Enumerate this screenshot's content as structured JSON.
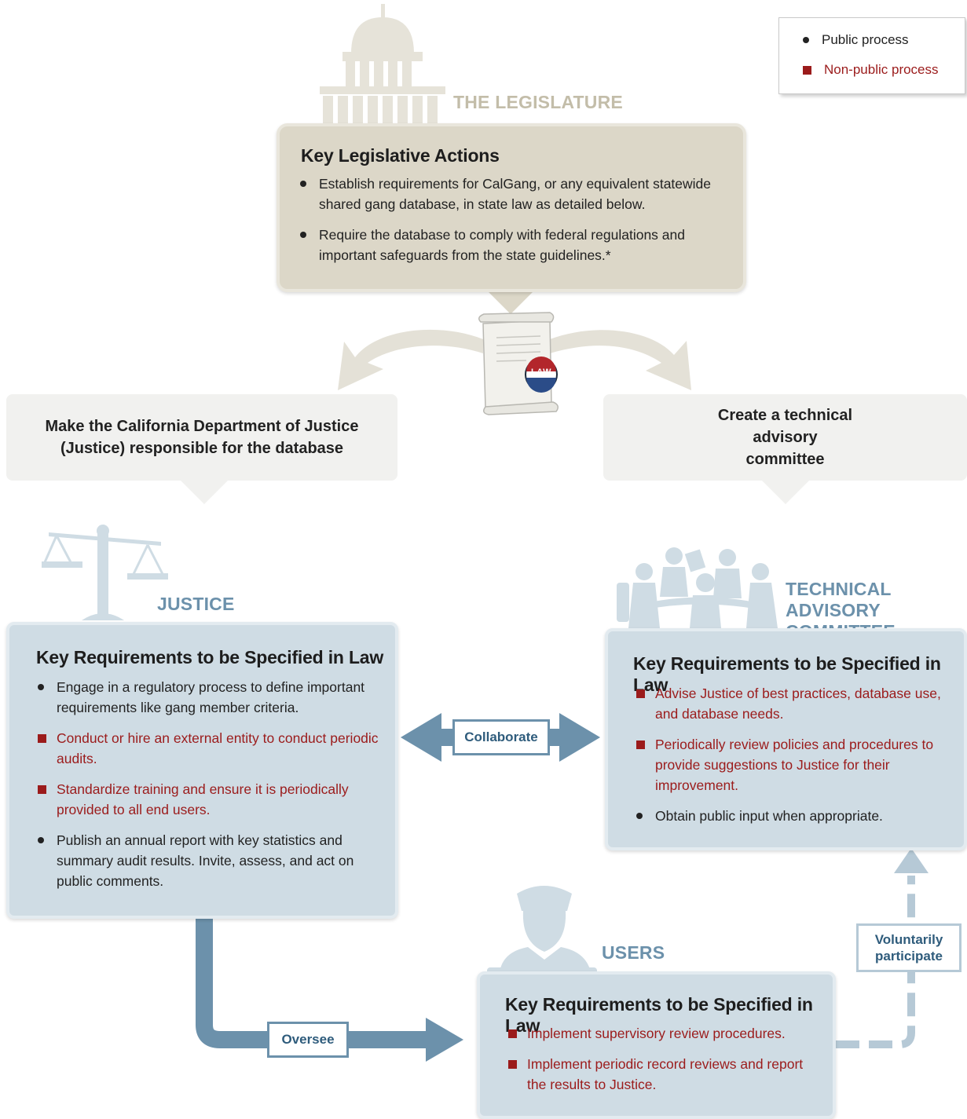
{
  "legend": {
    "public": "Public process",
    "non_public": "Non-public process"
  },
  "colors": {
    "public_marker": "#222222",
    "non_public_marker": "#9b1b1b",
    "legislature_box": "#dcd7c8",
    "blue_box": "#cfdce4",
    "arrow_blue": "#6c91ab",
    "arrow_light_blue": "#b6c9d6"
  },
  "legislature": {
    "title": "THE LEGISLATURE",
    "box_heading": "Key Legislative Actions",
    "items": [
      {
        "text": "Establish requirements for CalGang, or any equivalent statewide shared gang database, in state law as detailed below.",
        "type": "public"
      },
      {
        "text": "Require the database to comply with federal regulations and important safeguards from the state guidelines.*",
        "type": "public"
      }
    ],
    "law_badge": "LAW"
  },
  "branches": {
    "left": "Make the California Department of Justice (Justice) responsible for the database",
    "right": "Create a technical advisory committee"
  },
  "justice": {
    "title": "JUSTICE",
    "box_heading": "Key Requirements to be Specified in Law",
    "items": [
      {
        "text": "Engage in a regulatory process to define important requirements like gang member criteria.",
        "type": "public"
      },
      {
        "text": "Conduct or hire an external entity to conduct periodic audits.",
        "type": "non-public"
      },
      {
        "text": "Standardize training and ensure it is periodically provided to all end users.",
        "type": "non-public"
      },
      {
        "text": "Publish an annual report with key statistics and summary audit results. Invite, assess, and act on public comments.",
        "type": "public"
      }
    ]
  },
  "committee": {
    "title_line1": "TECHNICAL",
    "title_line2": "ADVISORY COMMITTEE",
    "box_heading": "Key Requirements to be Specified in Law",
    "items": [
      {
        "text": "Advise Justice of best practices, database use, and database needs.",
        "type": "non-public"
      },
      {
        "text": "Periodically review policies and procedures to provide suggestions to Justice for their improvement.",
        "type": "non-public"
      },
      {
        "text": "Obtain public input when appropriate.",
        "type": "public"
      }
    ]
  },
  "users": {
    "title": "USERS",
    "box_heading": "Key Requirements to be Specified in Law",
    "items": [
      {
        "text": "Implement supervisory review procedures.",
        "type": "non-public"
      },
      {
        "text": "Implement periodic record reviews and report the results to Justice.",
        "type": "non-public"
      }
    ]
  },
  "connectors": {
    "collaborate": "Collaborate",
    "oversee": "Oversee",
    "voluntarily_participate": "Voluntarily participate"
  }
}
